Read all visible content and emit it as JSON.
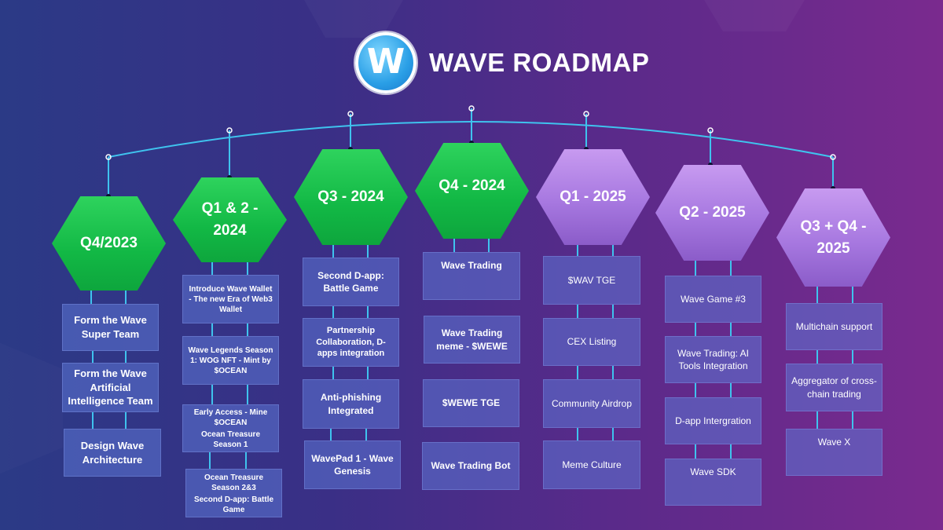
{
  "header": {
    "logo_letter": "W",
    "title": "WAVE ROADMAP"
  },
  "columns": [
    {
      "quarter": "Q4/2023",
      "items": [
        "Form the Wave Super Team",
        "Form the Wave Artificial Intelligence Team",
        "Design Wave Architecture"
      ]
    },
    {
      "quarter": "Q1 & 2 - 2024",
      "items": [
        "Introduce Wave Wallet - The new Era of Web3 Wallet",
        "Wave Legends Season 1: WOG NFT - Mint by $OCEAN",
        "Early Access - Mine $OCEAN",
        "Ocean Treasure Season 1",
        "Ocean Treasure Season 2&3",
        "Second D-app: Battle Game"
      ]
    },
    {
      "quarter": "Q3 - 2024",
      "items": [
        "Second D-app: Battle Game",
        "Partnership Collaboration, D-apps integration",
        "Anti-phishing Integrated",
        "WavePad 1 - Wave Genesis"
      ]
    },
    {
      "quarter": "Q4 - 2024",
      "items": [
        "Wave Trading",
        "Wave Trading meme - $WEWE",
        "$WEWE TGE",
        "Wave Trading Bot"
      ]
    },
    {
      "quarter": "Q1 - 2025",
      "items": [
        "$WAV TGE",
        "CEX Listing",
        "Community Airdrop",
        "Meme Culture"
      ]
    },
    {
      "quarter": "Q2 - 2025",
      "items": [
        "Wave Game #3",
        "Wave Trading: AI Tools Integration",
        "D-app Intergration",
        "Wave SDK"
      ]
    },
    {
      "quarter": "Q3 + Q4 - 2025",
      "items": [
        "Multichain support",
        "Aggregator of cross-chain trading",
        "Wave X"
      ]
    }
  ],
  "colors": {
    "green": "#12b845",
    "purple": "#a778e0",
    "box": "#5c76d6",
    "connector": "#3fc3ee"
  }
}
